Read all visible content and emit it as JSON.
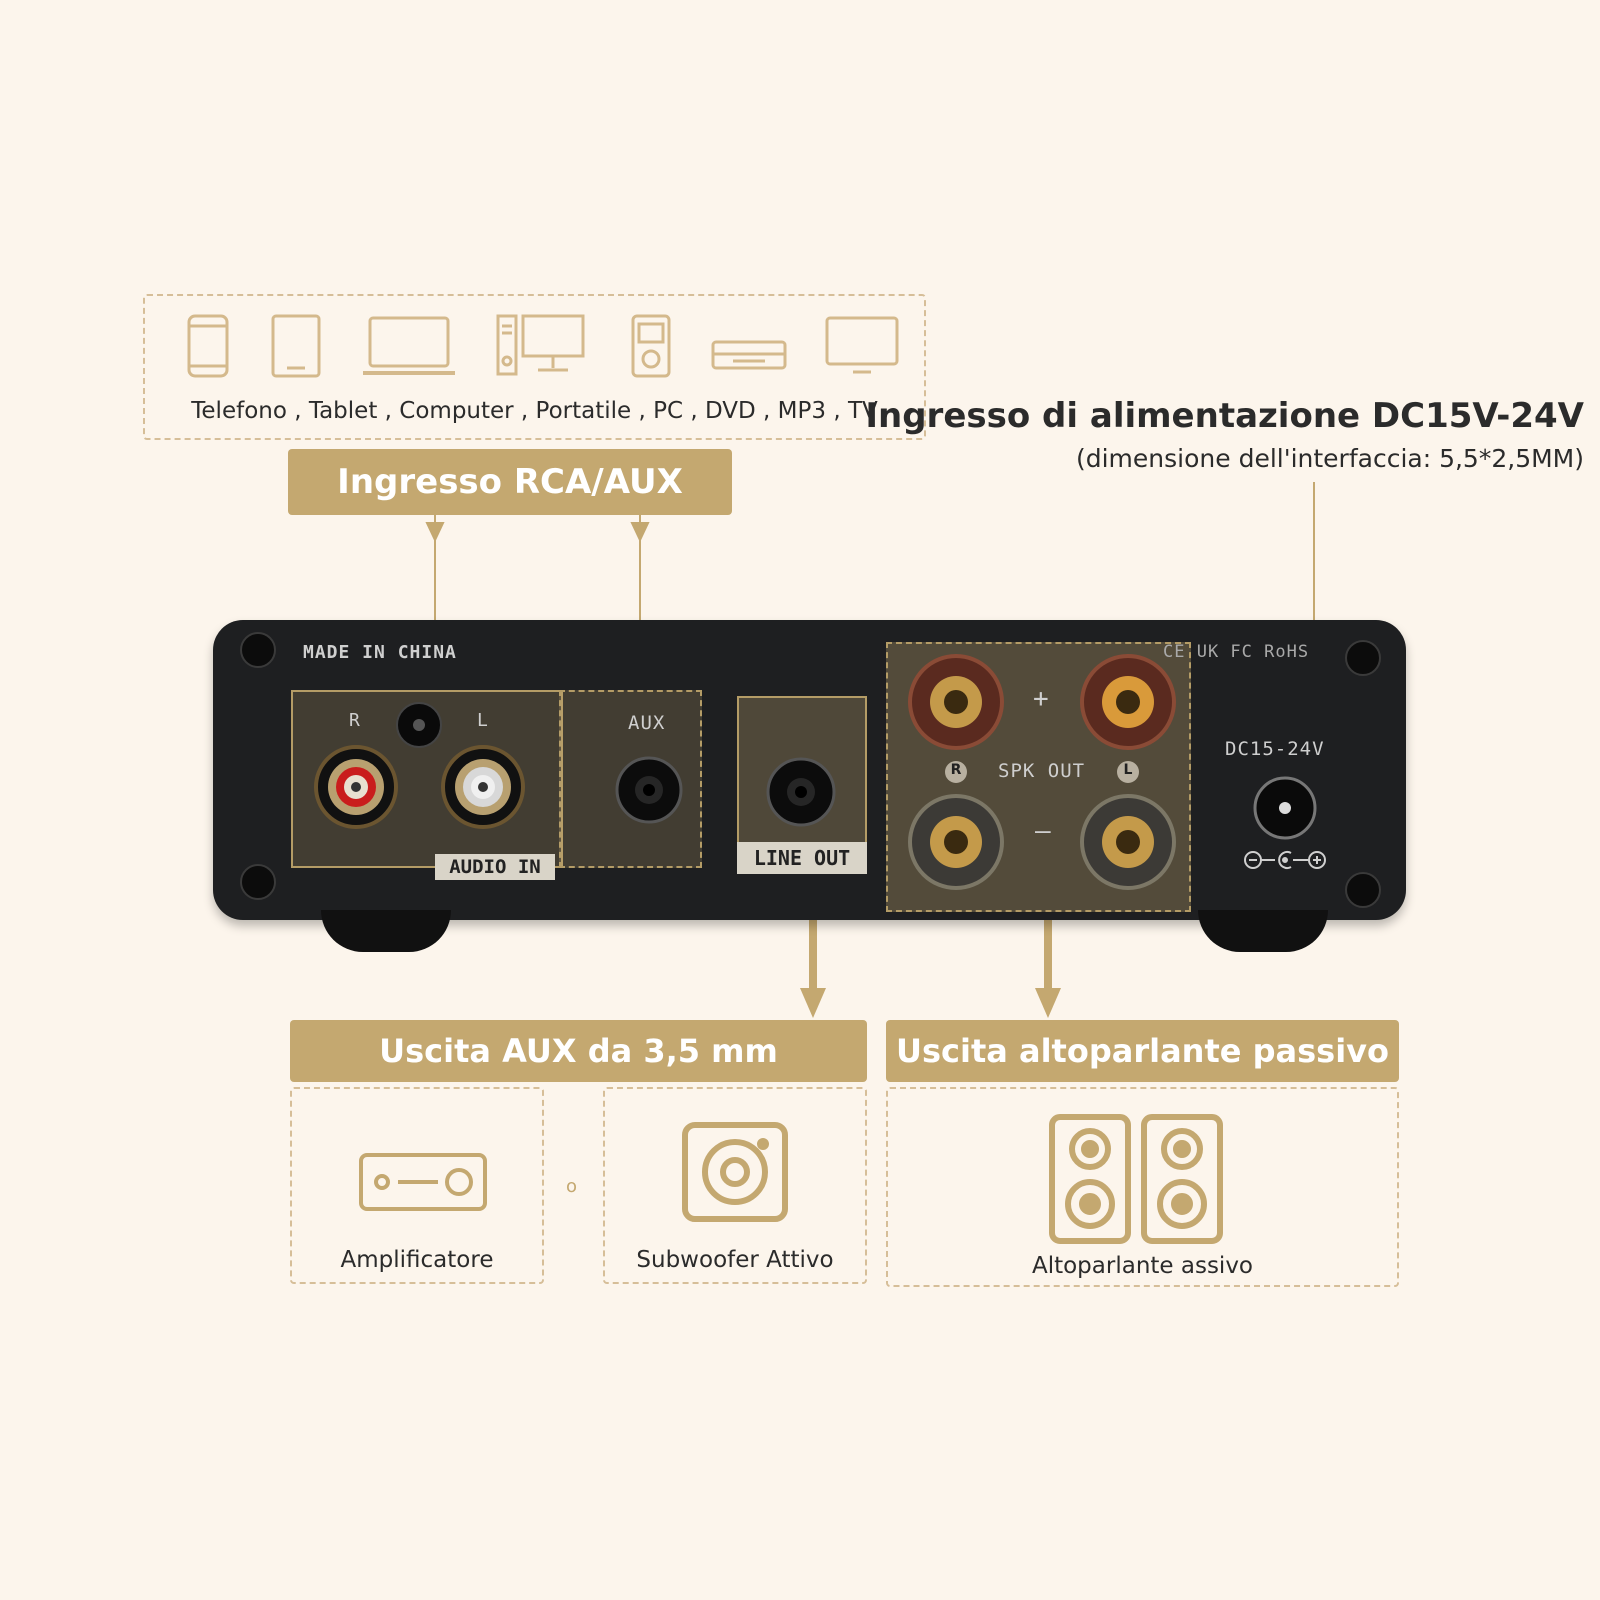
{
  "devices": {
    "icons": [
      "phone-icon",
      "tablet-icon",
      "laptop-icon",
      "desktop-pc-icon",
      "mp3-player-icon",
      "dvd-player-icon",
      "tv-icon"
    ],
    "caption": "Telefono , Tablet , Computer , Portatile , PC , DVD , MP3 , TV"
  },
  "labels": {
    "rca_aux_in": "Ingresso RCA/AUX",
    "power_title": "Ingresso di alimentazione DC15V-24V",
    "power_sub": "(dimensione dell'interfaccia: 5,5*2,5MM)",
    "aux_out": "Uscita AUX da 3,5 mm",
    "speaker_out": "Uscita altoparlante passivo"
  },
  "panel": {
    "made_in": "MADE IN CHINA",
    "r": "R",
    "l": "L",
    "aux": "AUX",
    "audio_in": "AUDIO IN",
    "line_out": "LINE OUT",
    "spk_out": "SPK OUT",
    "plus": "+",
    "minus": "–",
    "badge_r": "R",
    "badge_l": "L",
    "dc": "DC15-24V",
    "cert": "CE UK FC RoHS"
  },
  "outputs": {
    "amplifier": "Amplificatore",
    "separator": "o",
    "subwoofer": "Subwoofer Attivo",
    "passive_speaker": "Altoparlante assivo"
  },
  "colors": {
    "gold": "#c4a870",
    "background": "#fcf5ec",
    "panel": "#1e1f21",
    "dashed": "#d6be98"
  }
}
